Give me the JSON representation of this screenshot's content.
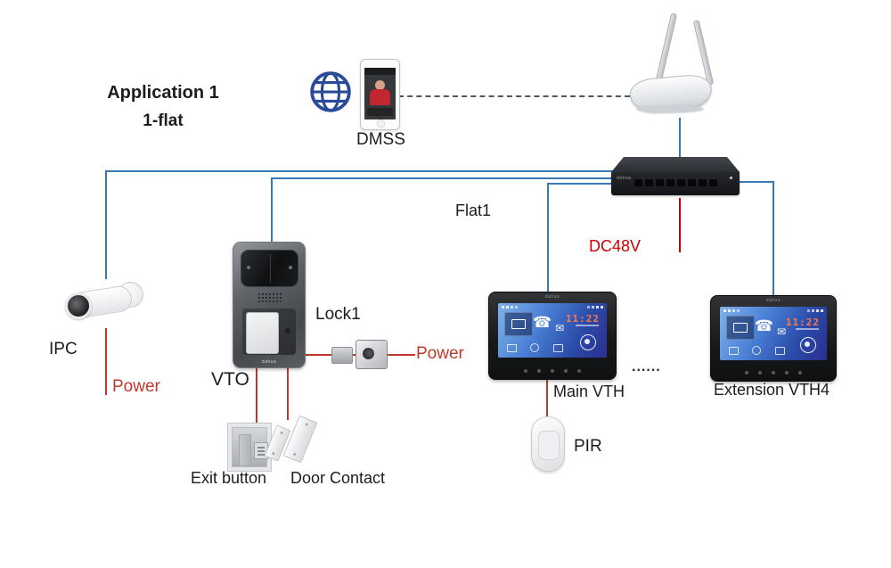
{
  "title": {
    "line1": "Application 1",
    "line2": "1-flat"
  },
  "labels": {
    "dmss": "DMSS",
    "flat": "Flat1",
    "dc48v": "DC48V",
    "ipc": "IPC",
    "power_ipc": "Power",
    "vto": "VTO",
    "lock1": "Lock1",
    "power_lock": "Power",
    "exit_button": "Exit button",
    "door_contact": "Door Contact",
    "main_vth": "Main VTH",
    "ellipsis": "......",
    "pir": "PIR",
    "extension_vth": "Extension VTH4"
  },
  "brand": "dahua",
  "vth_screen": {
    "time": "11:22"
  },
  "colors": {
    "net_line": "#3878b4",
    "power_line": "#c0392b",
    "dc_line": "#cc0000",
    "text": "#1d1d1f",
    "globe": "#2a4a9a",
    "screen_time": "#ff7848"
  }
}
